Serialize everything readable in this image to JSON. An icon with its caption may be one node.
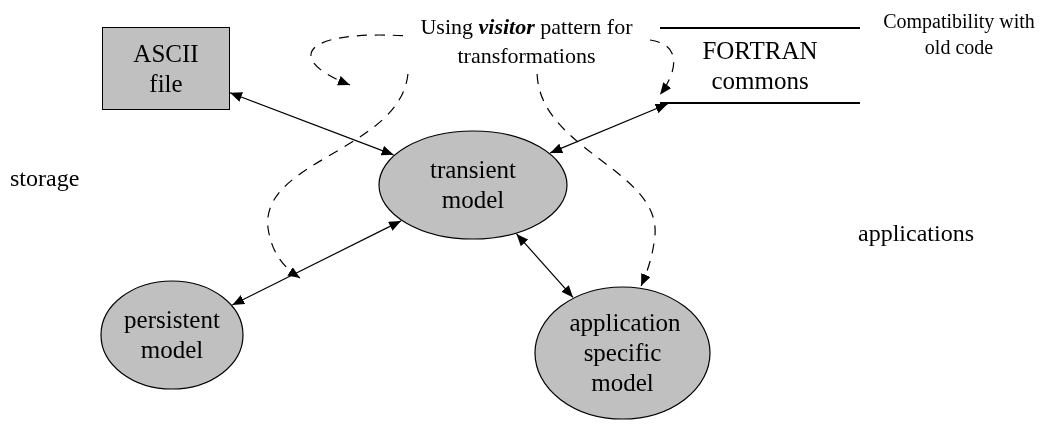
{
  "diagram": {
    "nodes": [
      {
        "text": [
          "ASCII file"
        ]
      },
      {
        "text": [
          "Using **visitor** pattern for transformations"
        ]
      },
      {
        "text": [
          "FORTRAN commons"
        ],
        "beside": [
          "Compatibility with old code"
        ]
      },
      {
        "text": [
          "transient model"
        ]
      },
      {
        "text": [
          "persistent model"
        ]
      },
      {
        "text": [
          "application specific model"
        ]
      }
    ],
    "edges": [
      {
        "from": 0,
        "to": 3,
        "arrow": "both"
      },
      {
        "from": 2,
        "to": 3,
        "arrow": "both"
      },
      {
        "from": 4,
        "to": 3,
        "arrow": "both"
      },
      {
        "from": 5,
        "to": 3,
        "arrow": "both"
      },
      {
        "from": 1,
        "to": null,
        "arrow": "to",
        "style": "dashed"
      },
      {
        "from": 1,
        "to": null,
        "arrow": "to",
        "style": "dashed"
      },
      {
        "from": 1,
        "to": 5,
        "arrow": "to",
        "style": "dashed"
      },
      {
        "from": 1,
        "to": 2,
        "arrow": "to",
        "style": "dashed"
      }
    ],
    "labels": [
      "storage",
      "applications"
    ]
  }
}
